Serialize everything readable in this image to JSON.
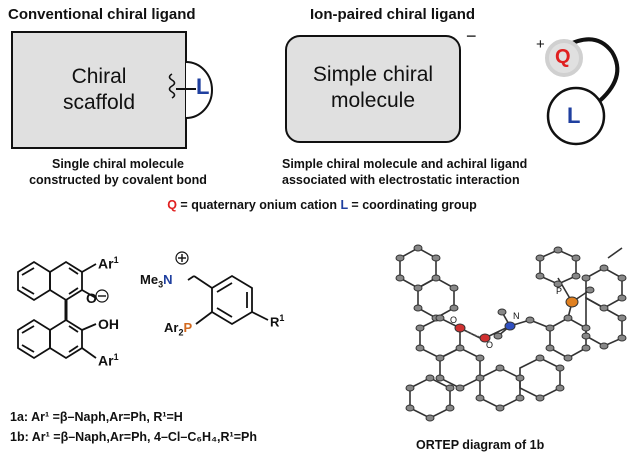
{
  "header": {
    "left_title": "Conventional chiral ligand",
    "right_title": "Ion-paired chiral ligand"
  },
  "conventional": {
    "box_line1": "Chiral",
    "box_line2": "scaffold",
    "ligand_label": "L",
    "caption_line1": "Single chiral molecule",
    "caption_line2": "constructed by covalent bond"
  },
  "ion_paired": {
    "box_line1": "Simple chiral",
    "box_line2": "molecule",
    "minus_sign": "−",
    "plus_sign": "+",
    "cation_label": "Q",
    "ligand_label": "L",
    "caption_line1": "Simple chiral molecule and achiral ligand",
    "caption_line2": "associated with electrostatic interaction"
  },
  "legend": {
    "q_symbol": "Q",
    "q_text": " = quaternary onium cation ",
    "l_symbol": "L",
    "l_text": " = coordinating group"
  },
  "structure": {
    "ar1_top": "Ar",
    "ar1_bottom": "Ar",
    "sup1": "1",
    "oxide": "O",
    "minus": "−",
    "plus": "+",
    "oh": "OH",
    "me3": "Me",
    "me3_sub": "3",
    "n_atom": "N",
    "ar2": "Ar",
    "ar2_sub": "2",
    "p_atom": "P",
    "r1": "R"
  },
  "compounds": {
    "line_1a": "1a: Ar¹ =β–Naph,Ar=Ph, R¹=H",
    "line_1b": "1b: Ar¹ =β–Naph,Ar=Ph, 4–Cl–C₆H₄,R¹=Ph"
  },
  "ortep": {
    "caption": "ORTEP diagram of 1b",
    "label_p": "P",
    "label_n": "N",
    "label_o1": "O",
    "label_o2": "O"
  },
  "colors": {
    "box_fill": "#e0e0e0",
    "cation_red": "#e02020",
    "ligand_blue": "#1f3f9f",
    "p_orange": "#d2691e",
    "n_blue": "#1f3f9f"
  }
}
